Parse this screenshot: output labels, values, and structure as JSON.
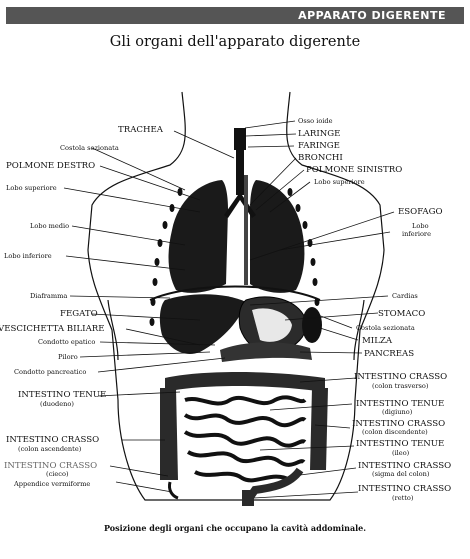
{
  "header": {
    "banner": "APPARATO DIGERENTE",
    "title": "Gli organi dell'apparato digerente"
  },
  "caption": "Posizione degli organi che occupano la cavità addominale.",
  "labels": {
    "osso_ioide": "Osso ioide",
    "trachea": "TRACHEA",
    "laringe": "LARINGE",
    "costola_sezionata_top": "Costola sezionata",
    "faringe": "FARINGE",
    "bronchi": "BRONCHI",
    "polmone_destro": "POLMONE DESTRO",
    "polmone_sinistro": "POLMONE SINISTRO",
    "lobo_superiore_left": "Lobo superiore",
    "lobo_superiore_right": "Lobo superiore",
    "esofago": "ESOFAGO",
    "lobo_medio": "Lobo medio",
    "lobo_inferiore_right_1": "Lobo",
    "lobo_inferiore_right_2": "inferiore",
    "lobo_inferiore_left": "Lobo inferiore",
    "diaframma": "Diaframma",
    "cardias": "Cardias",
    "fegato": "FEGATO",
    "stomaco": "STOMACO",
    "cistifellea": "VESCICHETTA BILIARE",
    "costola_sezionata_right": "Costola sezionata",
    "condotto_epatico": "Condotto epatico",
    "milza": "MILZA",
    "piloro": "Piloro",
    "pancreas": "PANCREAS",
    "condotto_pancreatico": "Condotto pancreatico",
    "intestino_crasso_trasverso_1": "INTESTINO CRASSO",
    "intestino_crasso_trasverso_2": "(colon trasverso)",
    "intestino_tenue_duodeno_1": "INTESTINO TENUE",
    "intestino_tenue_duodeno_2": "(duodeno)",
    "intestino_tenue_digiuno_1": "INTESTINO TENUE",
    "intestino_tenue_digiuno_2": "(digiuno)",
    "intestino_crasso_discendente_1": "INTESTINO CRASSO",
    "intestino_crasso_discendente_2": "(colon discendente)",
    "intestino_crasso_ascendente_1": "INTESTINO CRASSO",
    "intestino_crasso_ascendente_2": "(colon ascendente)",
    "intestino_tenue_ileo_1": "INTESTINO TENUE",
    "intestino_tenue_ileo_2": "(ileo)",
    "intestino_crasso_cieco_1": "INTESTINO CRASSO",
    "intestino_crasso_cieco_2": "(cieco)",
    "intestino_crasso_sigma_1": "INTESTINO CRASSO",
    "intestino_crasso_sigma_2": "(sigma del colon)",
    "appendice": "Appendice vermiforme",
    "intestino_crasso_retto_1": "INTESTINO CRASSO",
    "intestino_crasso_retto_2": "(retto)"
  }
}
